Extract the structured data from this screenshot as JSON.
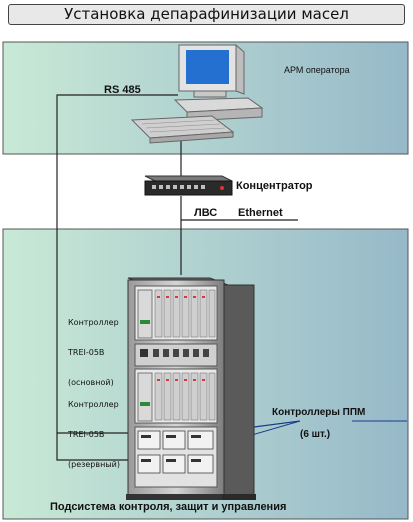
{
  "title": "Установка депарафинизации масел",
  "workstation": {
    "label": "АРМ оператора"
  },
  "links": {
    "serial": "RS 485",
    "lan": "ЛВС",
    "lan_type": "Ethernet"
  },
  "hub": {
    "label": "Концентратор"
  },
  "controllers": {
    "main_line1": "Контроллер",
    "main_line2": "TREI-05B",
    "main_line3": "(основной)",
    "reserve_line1": "Контроллер",
    "reserve_line2": "TREI-05B",
    "reserve_line3": "(резервный)",
    "ppm_label": "Контроллеры ППМ",
    "ppm_count": "(6 шт.)"
  },
  "subsystem": {
    "label": "Подсистема контроля, защит и управления"
  }
}
